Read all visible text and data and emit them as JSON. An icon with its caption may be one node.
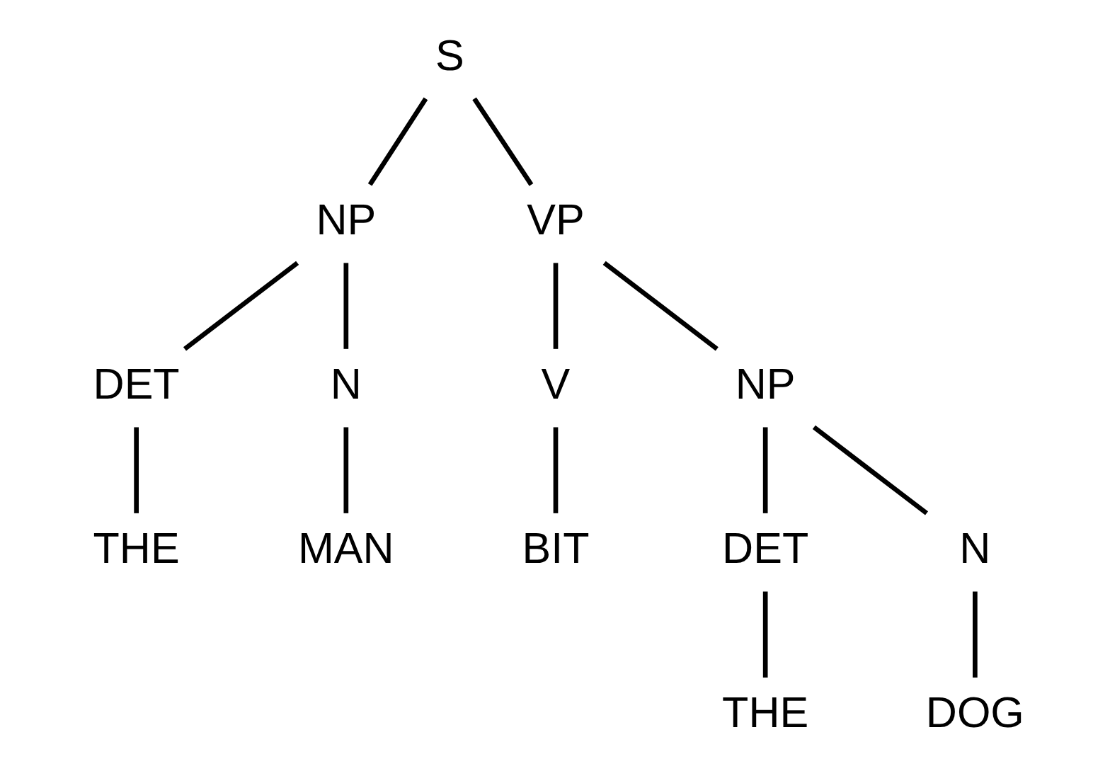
{
  "diagram": {
    "nodes": [
      {
        "text": [
          "S"
        ]
      },
      {
        "text": [
          "NP"
        ]
      },
      {
        "text": [
          "VP"
        ]
      },
      {
        "text": [
          "DET"
        ]
      },
      {
        "text": [
          "N"
        ]
      },
      {
        "text": [
          "THE"
        ]
      },
      {
        "text": [
          "MAN"
        ]
      },
      {
        "text": [
          "V"
        ]
      },
      {
        "text": [
          "NP"
        ]
      },
      {
        "text": [
          "BIT"
        ]
      },
      {
        "text": [
          "DET"
        ]
      },
      {
        "text": [
          "N"
        ]
      },
      {
        "text": [
          "THE"
        ]
      },
      {
        "text": [
          "DOG"
        ]
      }
    ],
    "edges": [
      {
        "from": 0,
        "to": 1,
        "arrow": "none"
      },
      {
        "from": 0,
        "to": 2,
        "arrow": "none"
      },
      {
        "from": 1,
        "to": 3,
        "arrow": "none"
      },
      {
        "from": 1,
        "to": 4,
        "arrow": "none"
      },
      {
        "from": 3,
        "to": 5,
        "arrow": "none"
      },
      {
        "from": 4,
        "to": 6,
        "arrow": "none"
      },
      {
        "from": 2,
        "to": 7,
        "arrow": "none"
      },
      {
        "from": 2,
        "to": 8,
        "arrow": "none"
      },
      {
        "from": 7,
        "to": 9,
        "arrow": "none"
      },
      {
        "from": 8,
        "to": 10,
        "arrow": "none"
      },
      {
        "from": 8,
        "to": 11,
        "arrow": "none"
      },
      {
        "from": 10,
        "to": 12,
        "arrow": "none"
      },
      {
        "from": 11,
        "to": 13,
        "arrow": "none"
      }
    ]
  }
}
